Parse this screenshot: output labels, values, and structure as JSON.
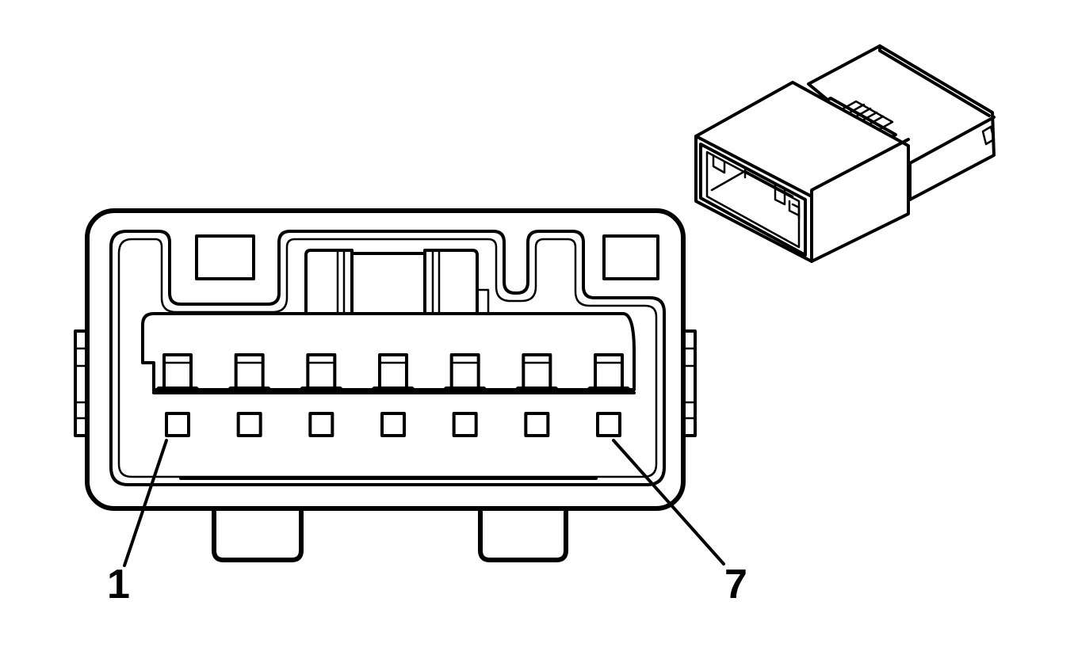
{
  "callouts": [
    {
      "label": "1"
    },
    {
      "label": "7"
    }
  ],
  "connector": {
    "pin_count": 7
  },
  "colors": {
    "line": "#000000",
    "background": "#ffffff"
  }
}
